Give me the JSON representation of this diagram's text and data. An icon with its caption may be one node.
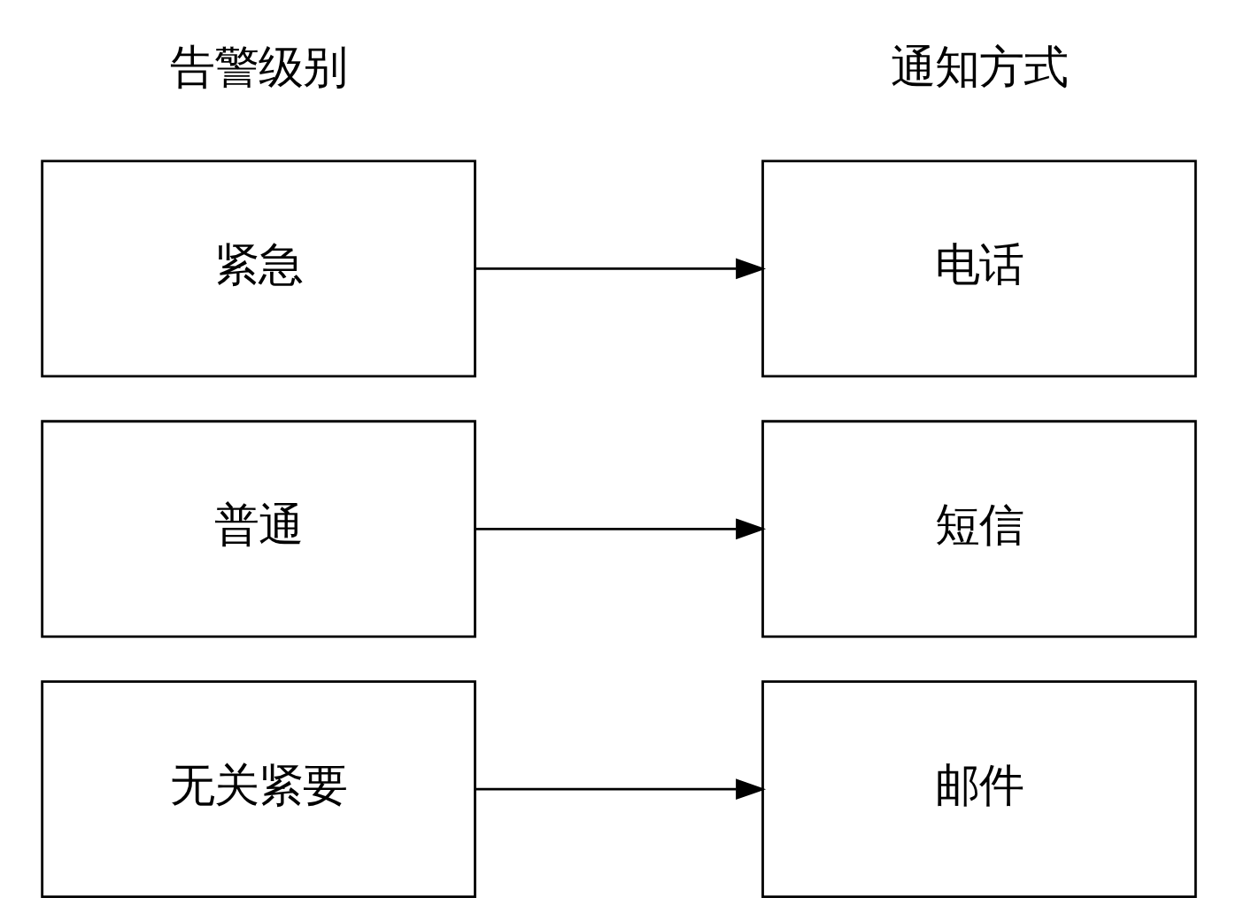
{
  "diagram": {
    "nodes": [
      {
        "text": [
          "紧急"
        ]
      },
      {
        "text": [
          "普通"
        ]
      },
      {
        "text": [
          "无关紧要"
        ]
      },
      {
        "text": [
          "电话"
        ]
      },
      {
        "text": [
          "短信"
        ]
      },
      {
        "text": [
          "邮件"
        ]
      }
    ],
    "edges": [
      {
        "from": 0,
        "to": 3,
        "arrow": "to"
      },
      {
        "from": 1,
        "to": 4,
        "arrow": "to"
      },
      {
        "from": 2,
        "to": 5,
        "arrow": "to"
      }
    ],
    "labels": [
      "告警级别",
      "通知方式"
    ]
  }
}
